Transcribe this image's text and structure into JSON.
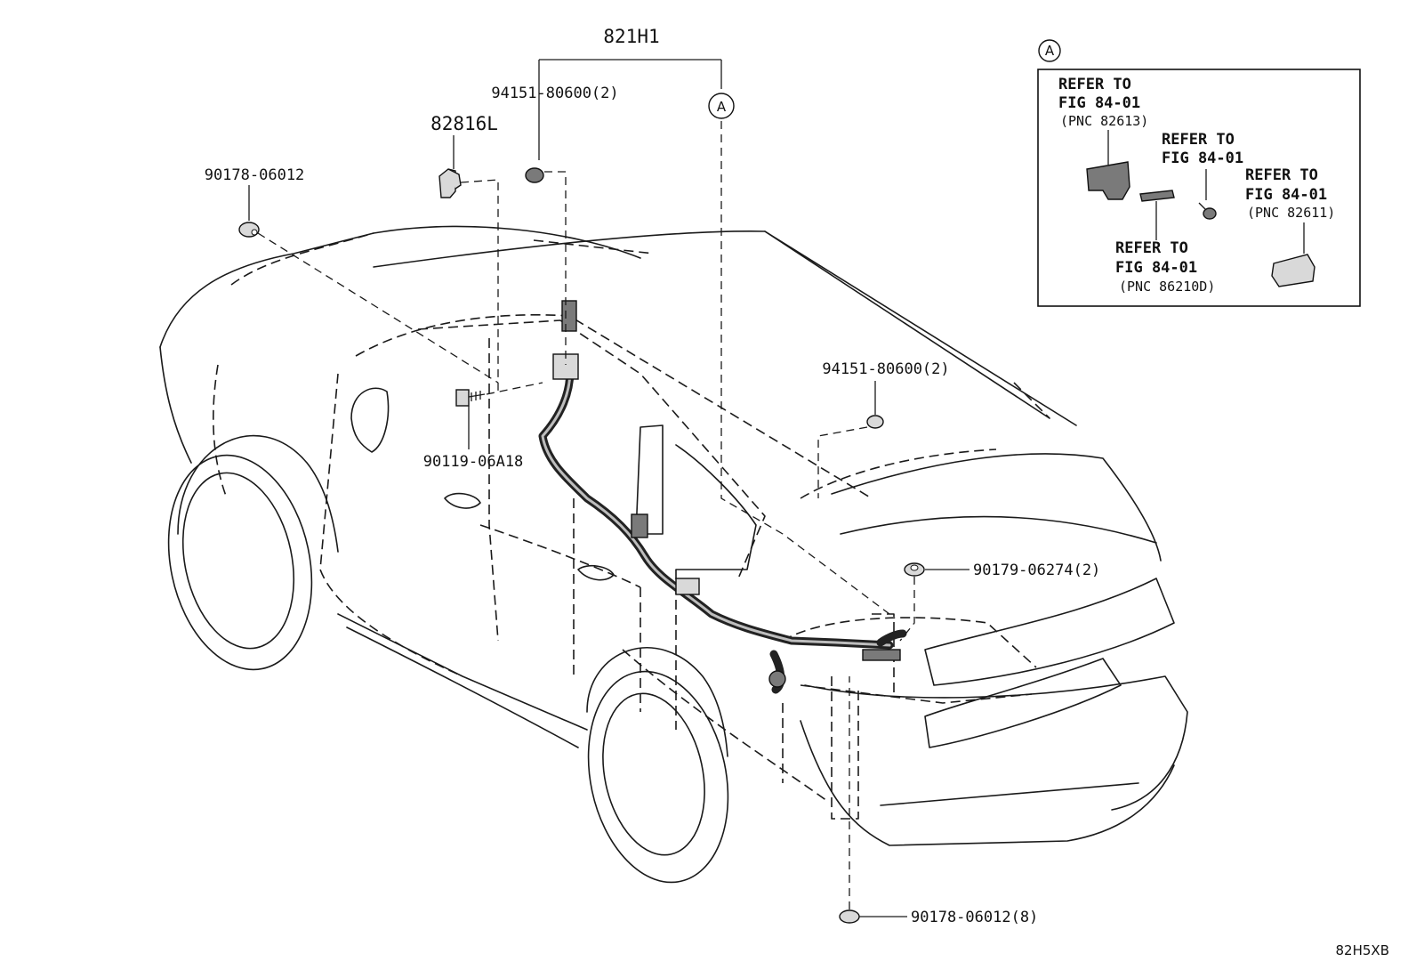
{
  "labels": {
    "assembly": "821H1",
    "clip_top": "94151-80600(2)",
    "protector": "82816L",
    "clip_left": "90178-06012",
    "bolt": "90119-06A18",
    "clip_mid": "94151-80600(2)",
    "nut_rear": "90179-06274(2)",
    "clip_bottom": "90178-06012(8)",
    "ref_callout": "A",
    "diagram_code": "82H5XB"
  },
  "inset": {
    "callout": "A",
    "refs": [
      {
        "line1": "REFER TO",
        "line2": "FIG 84-01",
        "pnc": "(PNC 82613)"
      },
      {
        "line1": "REFER TO",
        "line2": "FIG 84-01",
        "pnc": ""
      },
      {
        "line1": "REFER TO",
        "line2": "FIG 84-01",
        "pnc": "(PNC 82611)"
      },
      {
        "line1": "REFER TO",
        "line2": "FIG 84-01",
        "pnc": "(PNC 86210D)"
      }
    ]
  }
}
